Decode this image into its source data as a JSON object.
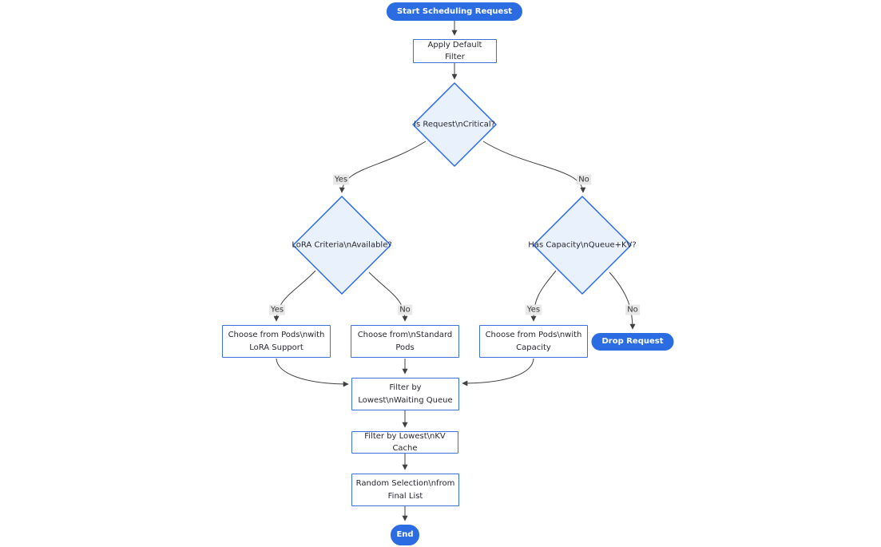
{
  "diagram": {
    "type": "flowchart",
    "nodes": {
      "start": "Start Scheduling Request",
      "apply_filter": "Apply Default Filter",
      "is_critical": "Is Request\\nCritical?",
      "lora_criteria": "LoRA Criteria\\nAvailable?",
      "has_capacity": "Has Capacity\\nQueue+KV?",
      "choose_lora": "Choose from Pods\\nwith LoRA Support",
      "choose_standard": "Choose from\\nStandard Pods",
      "choose_capacity": "Choose from Pods\\nwith Capacity",
      "drop_request": "Drop Request",
      "filter_waiting": "Filter by Lowest\\nWaiting Queue",
      "filter_kv": "Filter by Lowest\\nKV Cache",
      "random_selection": "Random Selection\\nfrom Final List",
      "end": "End"
    },
    "edge_labels": {
      "critical_yes": "Yes",
      "critical_no": "No",
      "lora_yes": "Yes",
      "lora_no": "No",
      "capacity_yes": "Yes",
      "capacity_no": "No"
    },
    "colors": {
      "accent_blue": "#2b6ce3",
      "node_border_blue": "#3b72d8",
      "decision_fill": "#e8f1fc",
      "rect_fill": "#ffffff",
      "edge_line": "#404040",
      "edge_label_bg": "#e8e8e8",
      "node_text": "#27272f",
      "pill_text": "#ffffff"
    }
  }
}
